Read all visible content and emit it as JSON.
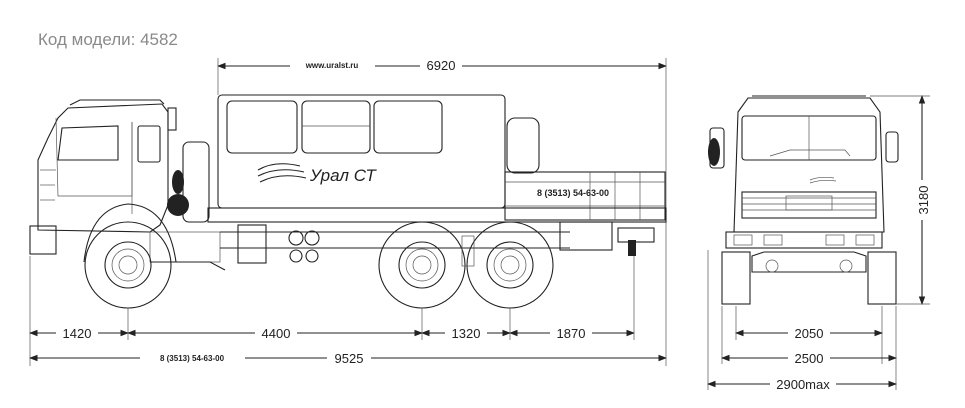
{
  "header": {
    "model_code": "Код модели: 4582"
  },
  "side_view": {
    "website": "www.uralst.ru",
    "overall_length_top": "6920",
    "brand_text": "Урал СТ",
    "body_phone": "8 (3513) 54-63-00",
    "dim_front_overhang": "1420",
    "dim_wheelbase": "4400",
    "dim_rear_axle_spacing": "1320",
    "dim_rear_overhang": "1870",
    "bottom_phone": "8 (3513) 54-63-00",
    "overall_length": "9525"
  },
  "front_view": {
    "height": "3180",
    "track_width": "2050",
    "body_width": "2500",
    "max_width": "2900max"
  }
}
